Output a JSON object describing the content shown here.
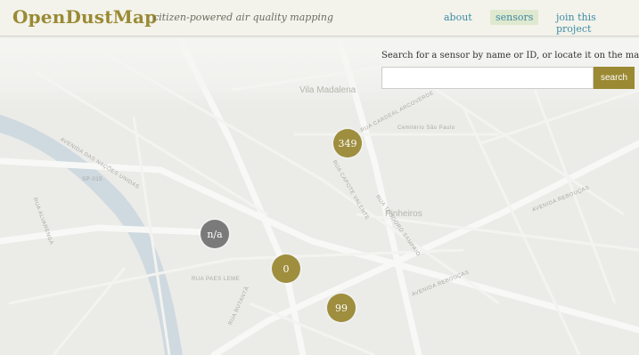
{
  "header": {
    "logo": "OpenDustMap",
    "tagline": "citizen-powered air quality mapping",
    "nav": {
      "about": "about",
      "sensors": "sensors",
      "join": "join this project"
    }
  },
  "search": {
    "label": "Search for a sensor by name or ID, or locate it on the map",
    "value": "",
    "button": "search"
  },
  "map": {
    "districts": [
      "Vila Madalena",
      "Pinheiros"
    ],
    "streets": [
      "RUA PAES LEME",
      "AVENIDA REBOUÇAS",
      "RUA CAPOTE VALENTE",
      "RUA TEODORO SAMPAIO",
      "RUA CARDEAL ARCOVERDE",
      "AVENIDA DAS NAÇÕES UNIDAS",
      "RUA ALVARENGA",
      "RUA BUTANTÃ",
      "SP-015",
      "Cemitério São Paulo",
      "AVENIDA REBOUÇAS"
    ],
    "markers": [
      {
        "label": "349",
        "status": "gold"
      },
      {
        "label": "n/a",
        "status": "gray"
      },
      {
        "label": "0",
        "status": "gold"
      },
      {
        "label": "99",
        "status": "gold"
      }
    ]
  }
}
